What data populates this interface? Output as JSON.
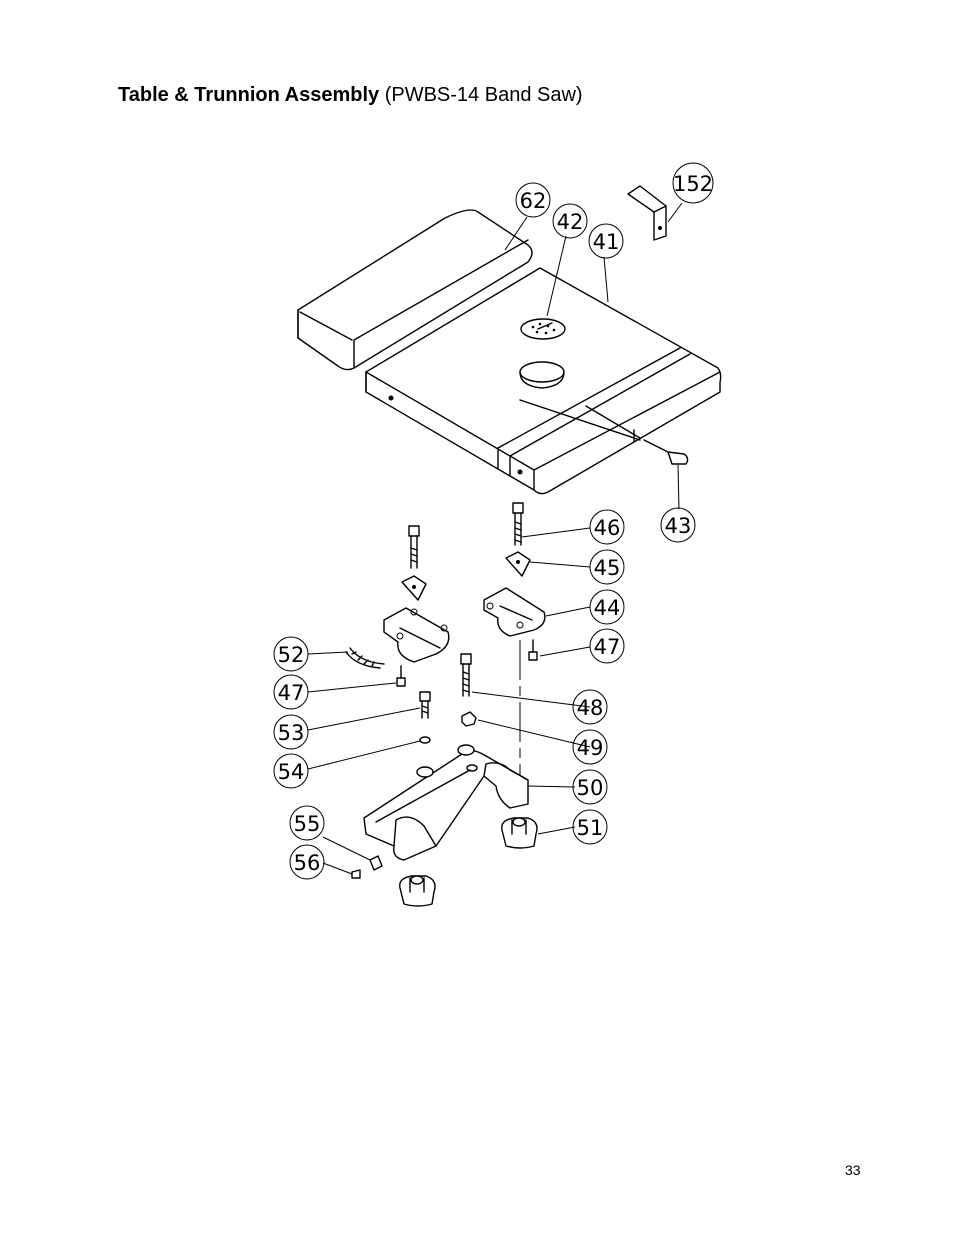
{
  "header": {
    "title_bold": "Table & Trunnion Assembly",
    "title_normal": "(PWBS-14 Band Saw)"
  },
  "callouts": [
    {
      "id": "c152",
      "label": "152"
    },
    {
      "id": "c62",
      "label": "62"
    },
    {
      "id": "c42",
      "label": "42"
    },
    {
      "id": "c41",
      "label": "41"
    },
    {
      "id": "c43",
      "label": "43"
    },
    {
      "id": "c46",
      "label": "46"
    },
    {
      "id": "c45",
      "label": "45"
    },
    {
      "id": "c44",
      "label": "44"
    },
    {
      "id": "c47a",
      "label": "47"
    },
    {
      "id": "c52",
      "label": "52"
    },
    {
      "id": "c47b",
      "label": "47"
    },
    {
      "id": "c48",
      "label": "48"
    },
    {
      "id": "c53",
      "label": "53"
    },
    {
      "id": "c49",
      "label": "49"
    },
    {
      "id": "c54",
      "label": "54"
    },
    {
      "id": "c50",
      "label": "50"
    },
    {
      "id": "c55",
      "label": "55"
    },
    {
      "id": "c51",
      "label": "51"
    },
    {
      "id": "c56",
      "label": "56"
    }
  ],
  "footer": {
    "page_number": "33"
  }
}
